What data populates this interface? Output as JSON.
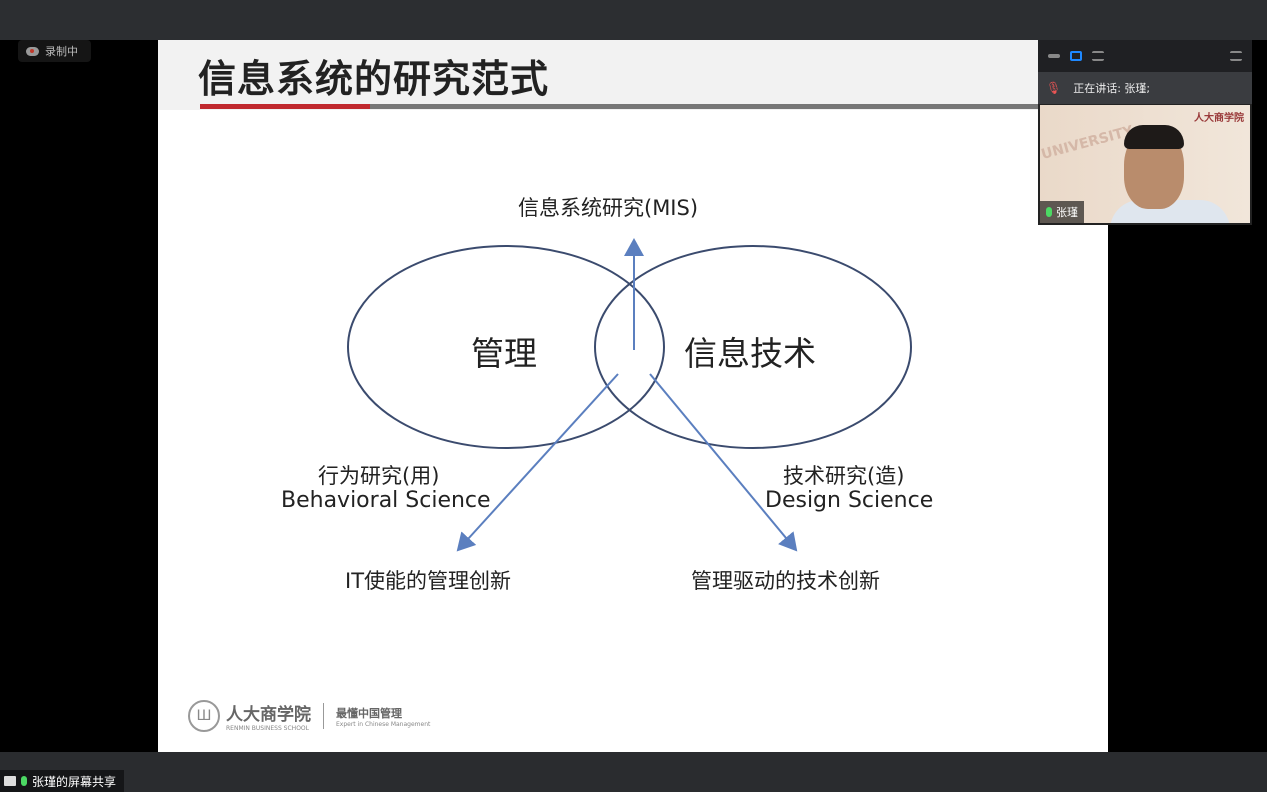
{
  "recording": {
    "label": "录制中"
  },
  "slide": {
    "title": "信息系统的研究范式",
    "top_label": "信息系统研究(MIS)",
    "left_circle": "管理",
    "right_circle": "信息技术",
    "left_label_cn": "行为研究(用)",
    "left_label_en": "Behavioral Science",
    "right_label_cn": "技术研究(造)",
    "right_label_en": "Design Science",
    "left_outcome": "IT使能的管理创新",
    "right_outcome": "管理驱动的技术创新",
    "logo": {
      "cn": "人大商学院",
      "en": "RENMIN BUSINESS SCHOOL",
      "slogan": "最懂中国管理",
      "slogan_en": "Expert in Chinese Management"
    }
  },
  "video_panel": {
    "speaking": "正在讲话: 张瑾;",
    "participant_name": "张瑾",
    "video_brand": "人大商学院",
    "video_watermark": "UNIVERSITY"
  },
  "share_label": "张瑾的屏幕共享",
  "colors": {
    "arrow": "#5b7fbf",
    "accent_red": "#c0282d",
    "active_view": "#1e88ff"
  }
}
